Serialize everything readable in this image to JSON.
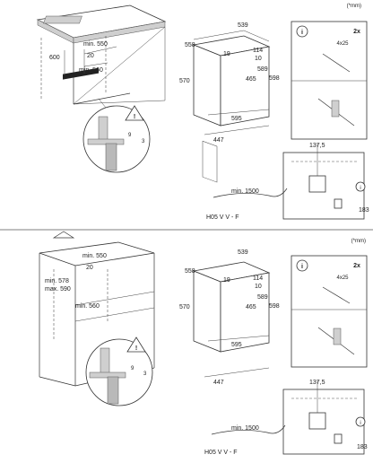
{
  "unit_note": "(*mm)",
  "sections": [
    {
      "install_dims": {
        "opening_width": "min. 550",
        "gap": "20",
        "depth": "600",
        "bottom": "min. 560",
        "vent_gap": "9",
        "edge": "3"
      },
      "oven_dims": {
        "total_width": "558",
        "inner_width": "539",
        "top_gap": "19",
        "side_a": "114",
        "side_b": "10",
        "front_height": "570",
        "mid_height": "465",
        "height_a": "589",
        "height_b": "598",
        "bottom_width": "595",
        "depth": "447"
      },
      "fixing": {
        "info_mark": "i",
        "count": "2x",
        "screw": "4x25"
      },
      "cable": {
        "length": "min. 1500",
        "type": "H05 V V - F",
        "offset": "137,5",
        "height": "183"
      }
    },
    {
      "install_dims": {
        "opening_width": "min. 550",
        "gap": "20",
        "height_min": "min. 578",
        "height_max": "max. 590",
        "bottom": "min. 560",
        "vent_gap": "9",
        "edge": "3"
      },
      "oven_dims": {
        "total_width": "558",
        "inner_width": "539",
        "top_gap": "19",
        "side_a": "114",
        "side_b": "10",
        "front_height": "570",
        "mid_height": "465",
        "height_a": "589",
        "height_b": "598",
        "bottom_width": "595",
        "depth": "447"
      },
      "fixing": {
        "info_mark": "i",
        "count": "2x",
        "screw": "4x25"
      },
      "cable": {
        "length": "min. 1500",
        "type": "H05 V V - F",
        "offset": "137,5",
        "height": "183"
      }
    }
  ]
}
